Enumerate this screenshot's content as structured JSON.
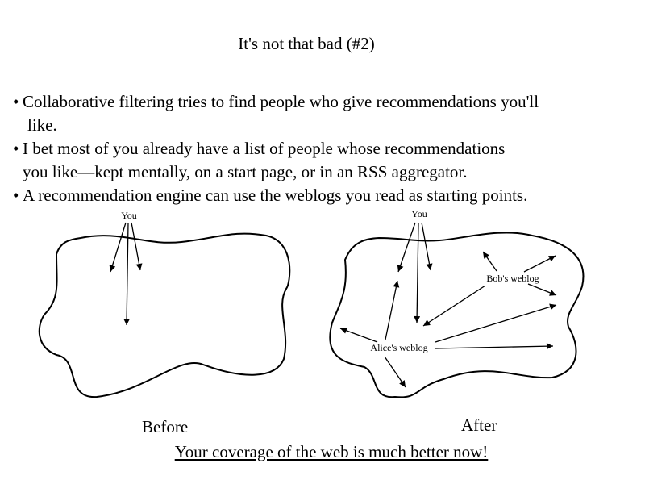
{
  "slide": {
    "title": "It's not that bad (#2)",
    "bullets": [
      {
        "line1": "Collaborative filtering tries to find people who give recommendations you'll",
        "line2": "like."
      },
      {
        "line1": "I bet most of you already have a list of people whose recommendations",
        "line2": "you like—kept mentally, on a start page, or in an RSS aggregator."
      },
      {
        "line1": "A recommendation engine can use the weblogs you read as starting points."
      }
    ],
    "footer": "Your coverage of the web is much better now!"
  },
  "diagram": {
    "before": {
      "you_label": "You",
      "caption": "Before"
    },
    "after": {
      "you_label": "You",
      "alice_label": "Alice's weblog",
      "bob_label": "Bob's weblog",
      "caption": "After"
    }
  }
}
